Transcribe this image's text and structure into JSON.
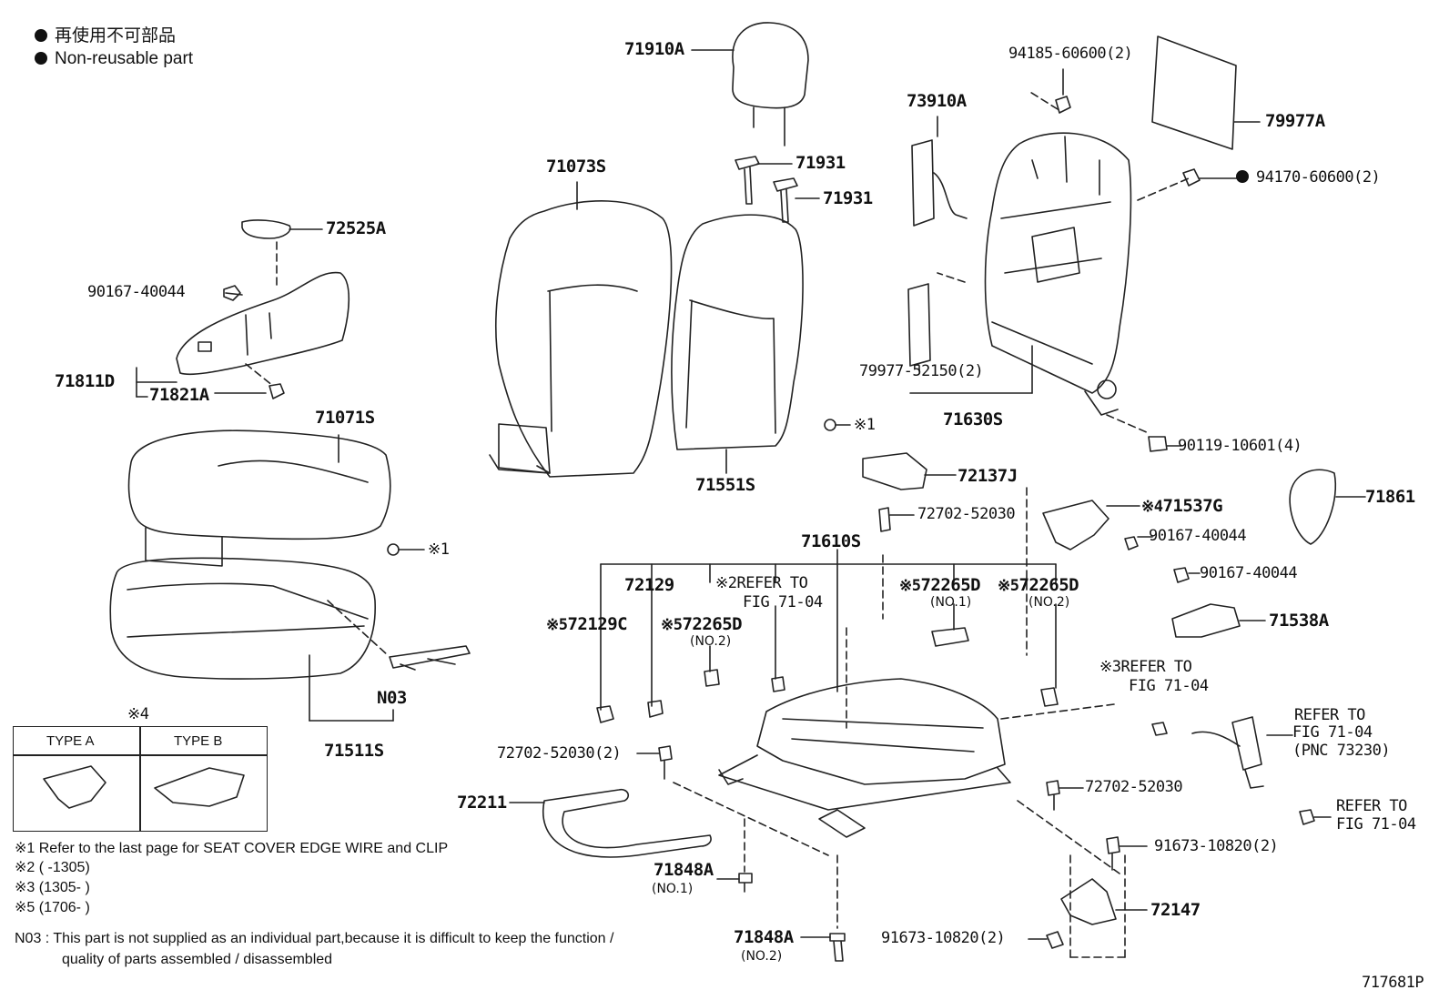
{
  "legend": {
    "japanese": "再使用不可部品",
    "english": "Non-reusable part"
  },
  "labels": {
    "headrest": "71910A",
    "support_a": "71931",
    "support_b": "71931",
    "back_cover_assy": "71073S",
    "back_cover": "71551S",
    "seat_cover_assy": "71071S",
    "seat_cushion": "71511S",
    "n03": "N03",
    "knob": "72525A",
    "screw_40044_top": "90167-40044",
    "shield": "71811D",
    "shield_inner": "71821A",
    "lumbar": "73910A",
    "nut_94185": "94185-60600(2)",
    "pad_79977A": "79977A",
    "nut_94170": "94170-60600(2)",
    "pad_79977_52150": "79977-52150(2)",
    "back_frame": "71630S",
    "bolt_90119": "90119-10601(4)",
    "cover_72137": "72137J",
    "cover_71861": "71861",
    "bolt_72702_a": "72702-52030",
    "adjuster_71610": "71610S",
    "shield_71537": "71537G",
    "shield_71537_note": "※4",
    "screw_40044_mid": "90167-40044",
    "screw_40044_low": "90167-40044",
    "shield_71538": "71538A",
    "p72129": "72129",
    "p72129c": "72129C",
    "p72129c_note": "※5",
    "p72265d_a": "72265D",
    "p72265d_a_note": "※5",
    "p72265d_a_sub": "(NO.2)",
    "refer_a_note": "※2",
    "refer_a_1": "REFER TO",
    "refer_a_2": "FIG 71-04",
    "p72265d_b": "72265D",
    "p72265d_b_note": "※5",
    "p72265d_b_sub": "(NO.1)",
    "p72265d_c": "72265D",
    "p72265d_c_note": "※5",
    "p72265d_c_sub": "(NO.2)",
    "refer_b_note": "※3",
    "refer_b_1": "REFER TO",
    "refer_b_2": "FIG 71-04",
    "refer_c_1": "REFER TO",
    "refer_c_2": "FIG 71-04",
    "refer_c_3": "(PNC 73230)",
    "refer_d_1": "REFER TO",
    "refer_d_2": "FIG 71-04",
    "bolt_72702_b": "72702-52030(2)",
    "bolt_72702_c": "72702-52030",
    "bar_72211": "72211",
    "bolt_91673_a": "91673-10820(2)",
    "bolt_91673_b": "91673-10820(2)",
    "bracket_72147": "72147",
    "foot_71848_a": "71848A",
    "foot_71848_a_sub": "(NO.1)",
    "foot_71848_b": "71848A",
    "foot_71848_b_sub": "(NO.2)",
    "ref_1": "※1",
    "ref_2": "※1"
  },
  "type_box": {
    "title": "※4",
    "type_a": "TYPE A",
    "type_b": "TYPE B"
  },
  "notes": {
    "n1": "※1  Refer to the last page for SEAT COVER EDGE WIRE and CLIP",
    "n2": "※2 (        -1305)",
    "n3": "※3 (1305-        )",
    "n5": "※5 (1706-        )",
    "n03_line1": "N03 : This part is not supplied as an individual part,because it is difficult to keep the function /",
    "n03_line2": "quality of parts assembled / disassembled"
  },
  "figure_id": "717681P"
}
